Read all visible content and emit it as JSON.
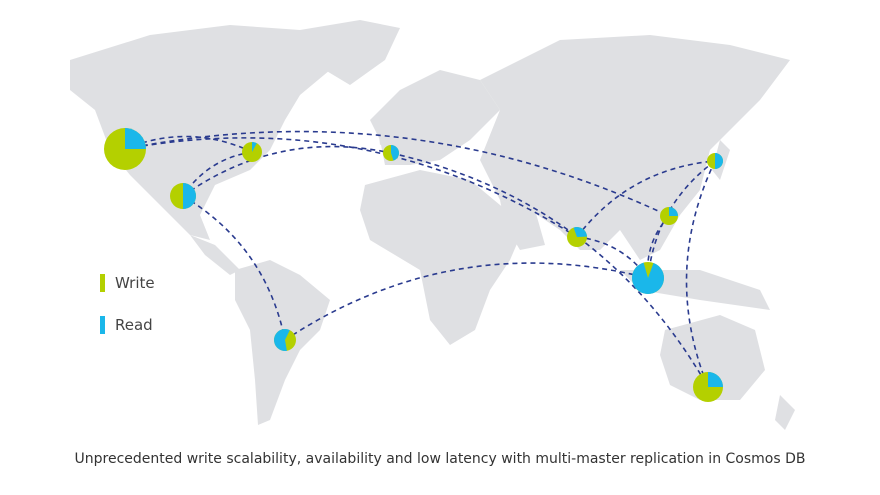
{
  "legend": {
    "write_label": "Write",
    "read_label": "Read",
    "write_color": "#b4d000",
    "read_color": "#1ab7ea"
  },
  "colors": {
    "land": "#dfe0e3",
    "connection": "#2a3b8f"
  },
  "caption": "Unprecedented write scalability, availability and low latency with multi-master replication in Cosmos DB",
  "regions": [
    {
      "id": "us-west",
      "read_share": 0.25
    },
    {
      "id": "us-east",
      "read_share": 0.08
    },
    {
      "id": "us-central",
      "read_share": 0.5
    },
    {
      "id": "europe",
      "read_share": 0.45
    },
    {
      "id": "brazil",
      "read_share": 0.6
    },
    {
      "id": "india",
      "read_share": 0.3
    },
    {
      "id": "east-asia",
      "read_share": 0.25
    },
    {
      "id": "japan",
      "read_share": 0.5
    },
    {
      "id": "southeast-asia",
      "read_share": 0.9
    },
    {
      "id": "australia",
      "read_share": 0.25
    }
  ],
  "connections": [
    [
      "us-west",
      "us-east"
    ],
    [
      "us-west",
      "east-asia"
    ],
    [
      "us-west",
      "india"
    ],
    [
      "us-east",
      "us-central"
    ],
    [
      "us-central",
      "europe"
    ],
    [
      "us-central",
      "brazil"
    ],
    [
      "europe",
      "australia"
    ],
    [
      "brazil",
      "southeast-asia"
    ],
    [
      "india",
      "japan"
    ],
    [
      "india",
      "southeast-asia"
    ],
    [
      "japan",
      "southeast-asia"
    ],
    [
      "japan",
      "australia"
    ],
    [
      "east-asia",
      "southeast-asia"
    ]
  ]
}
